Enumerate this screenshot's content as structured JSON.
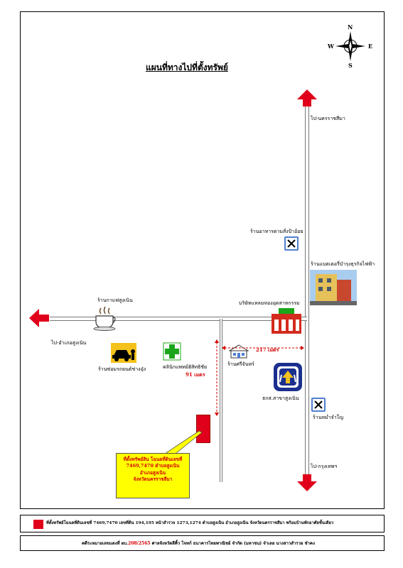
{
  "title": "แผนที่ทางไปที่ตั้งทรัพย์",
  "compass": {
    "n": "N",
    "s": "S",
    "e": "E",
    "w": "W"
  },
  "directions": {
    "north": "ไป-นครราชสีมา",
    "south": "ไป-กรุงเทพฯ",
    "west": "ไป-อำเภอสูงเนิน"
  },
  "landmarks": {
    "food_noodle": "ร้านอาหารตามสั่งป้าอ้อย",
    "battery_shop": "ร้านแบตเตอรี่บำรุงธุรกิจไฟฟ้า",
    "ice_factory": "บริษัทแหลมทองอุตสาหกรรม",
    "coffee": "ร้านกาแฟสูงเนิน",
    "car_repair": "ร้านซ่อมรถยนต์ช่างอุ๋ง",
    "clinic": "คลินิกแพทย์ฮิสิทธิชัย",
    "house_shop": "ร้านศรีจันทร์",
    "bank": "ธกส.สาขาสูงเนิน",
    "restaurant2": "ร้านหม่ำจำใญ"
  },
  "distances": {
    "d217": "217 เมตร",
    "d91": "91 เมตร"
  },
  "callout_lines": [
    "ที่ตั้งทรัพย์สิน โฉนดที่ดินเลขที่",
    "7469,7470 ตำบลสูงเนิน",
    "อำเภอสูงเนิน",
    "จังหวัดนครราชสีมา"
  ],
  "legend_text": "ที่ตั้งทรัพย์โฉนดที่ดินเลขที่ 7469,7470 เลขที่ดิน 194,195 หน้าสำรวจ 1273,1274 ตำบลสูงเนิน อำเภอสูงเนิน จังหวัดนครราชสีมา พร้อมบ้านพักอาศัยชั้นเดียว",
  "footer": {
    "prefix": "คดีระหมายเลขแดงที่ ผบ.",
    "case_no": "208/2565",
    "suffix": " ศาลจังหวัดสีคิ้ว โจทก์ ธนาคารไทยพาณิชย์ จำกัด (มหาชน) จำเลย นางสาวสำรวย ชำคง"
  },
  "colors": {
    "red": "#e0001b",
    "yellow": "#ffff00",
    "green": "#1aa51a",
    "blue": "#1b2f8f"
  }
}
